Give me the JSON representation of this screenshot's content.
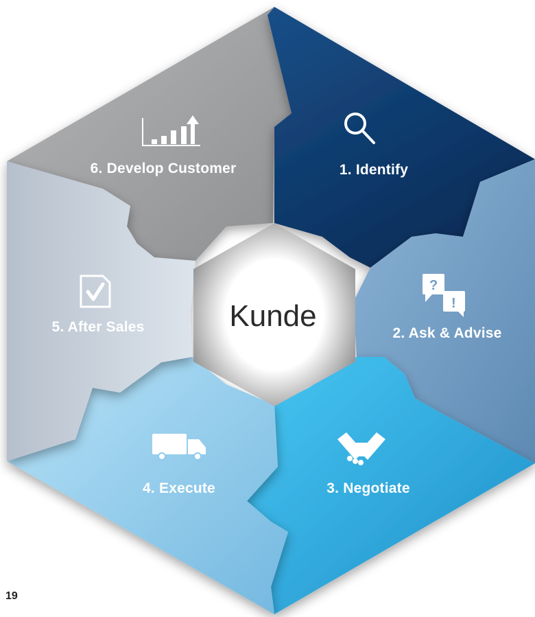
{
  "center": {
    "label": "Kunde"
  },
  "segments": [
    {
      "label": "1. Identify",
      "icon": "magnifier-icon",
      "color": "#0e3f74"
    },
    {
      "label": "2. Ask & Advise",
      "icon": "question-exclamation-bubbles-icon",
      "color": "#6f9dc4"
    },
    {
      "label": "3. Negotiate",
      "icon": "handshake-icon",
      "color": "#2fa9de"
    },
    {
      "label": "4. Execute",
      "icon": "delivery-truck-icon",
      "color": "#8ccbed"
    },
    {
      "label": "5. After Sales",
      "icon": "checkbox-document-icon",
      "color": "#c9d4e0"
    },
    {
      "label": "6. Develop Customer",
      "icon": "growth-bar-chart-icon",
      "color": "#a3a4a6"
    }
  ],
  "page_number": "19"
}
